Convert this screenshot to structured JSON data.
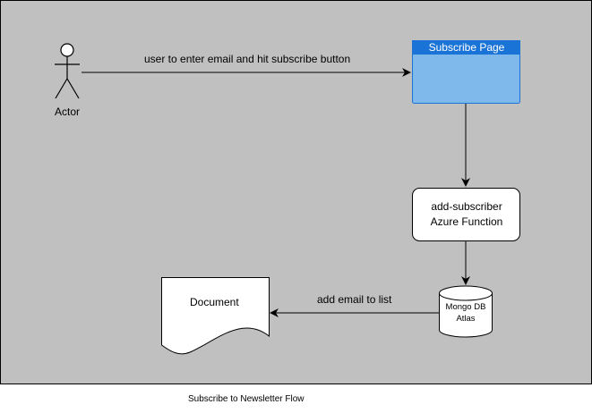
{
  "diagram": {
    "caption": "Subscribe to Newsletter Flow",
    "colors": {
      "background_panel": "#c0c0c0",
      "window_header": "#1a73d6",
      "window_body": "#7fb8ea",
      "node_fill": "#ffffff",
      "stroke": "#000000"
    },
    "nodes": {
      "actor": {
        "label": "Actor",
        "icon": "stick-figure-icon"
      },
      "subscribe_page": {
        "title": "Subscribe Page",
        "icon": "browser-window-icon"
      },
      "function": {
        "line1": "add-subscriber",
        "line2": "Azure Function"
      },
      "database": {
        "line1": "Mongo DB",
        "line2": "Atlas",
        "icon": "database-cylinder-icon"
      },
      "document": {
        "label": "Document",
        "icon": "document-shape-icon"
      }
    },
    "edges": {
      "actor_to_page": "user to enter email and hit subscribe button",
      "db_to_document": "add email to list"
    }
  }
}
